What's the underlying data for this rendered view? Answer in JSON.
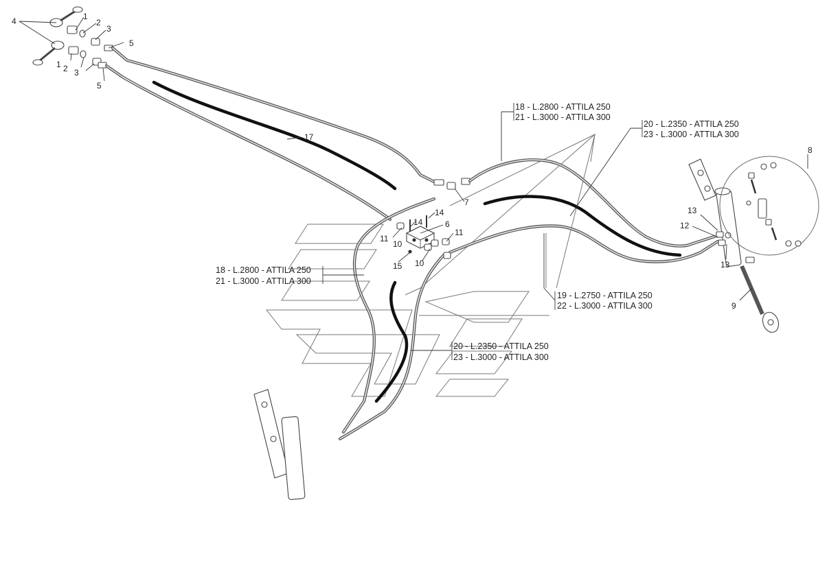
{
  "labels": {
    "n1a": "1",
    "n1b": "1",
    "n2a": "2",
    "n2b": "2",
    "n3a": "3",
    "n3b": "3",
    "n4": "4",
    "n5a": "5",
    "n5b": "5",
    "n6": "6",
    "n7": "7",
    "n8": "8",
    "n9": "9",
    "n10a": "10",
    "n10b": "10",
    "n11a": "11",
    "n11b": "11",
    "n12": "12",
    "n13a": "13",
    "n13b": "13",
    "n14a": "14",
    "n14b": "14",
    "n15": "15",
    "n17": "17"
  },
  "callouts": {
    "top_18": "18 - L.2800 - ATTILA 250",
    "top_21": "21 - L.3000 - ATTILA 300",
    "top_20": "20 - L.2350 - ATTILA 250",
    "top_23": "23 - L.3000 - ATTILA 300",
    "mid_18": "18 - L.2800 - ATTILA 250",
    "mid_21": "21 - L.3000 - ATTILA 300",
    "right_19": "19 - L.2750 - ATTILA 250",
    "right_22": "22 - L.3000 - ATTILA 300",
    "bot_20": "20 - L.2350 - ATTILA 250",
    "bot_23": "23 - L.3000 - ATTILA 300"
  }
}
